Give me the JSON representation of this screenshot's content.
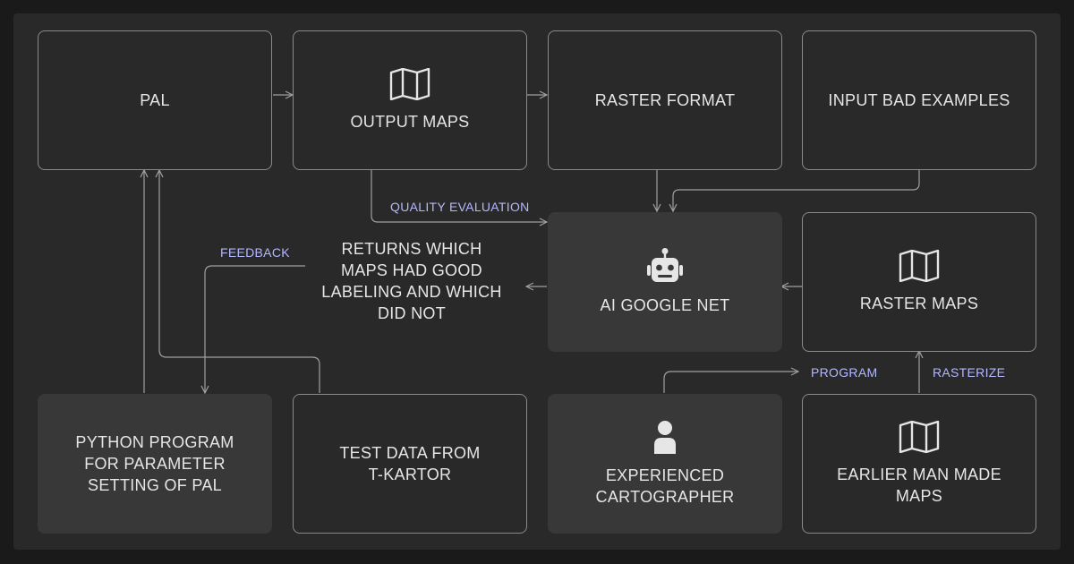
{
  "nodes": {
    "pal": "PAL",
    "output_maps": "OUTPUT MAPS",
    "raster_format": "RASTER FORMAT",
    "input_bad_examples": "INPUT BAD EXAMPLES",
    "ai_google_net": "AI GOOGLE NET",
    "raster_maps": "RASTER MAPS",
    "python_program": "PYTHON PROGRAM\nFOR PARAMETER\nSETTING OF PAL",
    "test_data": "TEST DATA FROM\nT-KARTOR",
    "experienced_cartographer": "EXPERIENCED\nCARTOGRAPHER",
    "earlier_maps": "EARLIER MAN MADE\nMAPS"
  },
  "free_text": {
    "returns": "RETURNS WHICH\nMAPS HAD GOOD\nLABELING AND WHICH\nDID NOT"
  },
  "edge_labels": {
    "quality_evaluation": "QUALITY EVALUATION",
    "feedback": "FEEDBACK",
    "program": "PROGRAM",
    "rasterize": "RASTERIZE"
  },
  "icons": {
    "map": "map-icon",
    "robot": "robot-icon",
    "person": "person-icon"
  },
  "colors": {
    "background": "#1a1a1a",
    "panel": "#292929",
    "node_border": "#8a8a8a",
    "node_filled": "#383838",
    "edge": "#a0a0a0",
    "edge_label": "#b3b8ff",
    "text": "#e6e6e6"
  }
}
